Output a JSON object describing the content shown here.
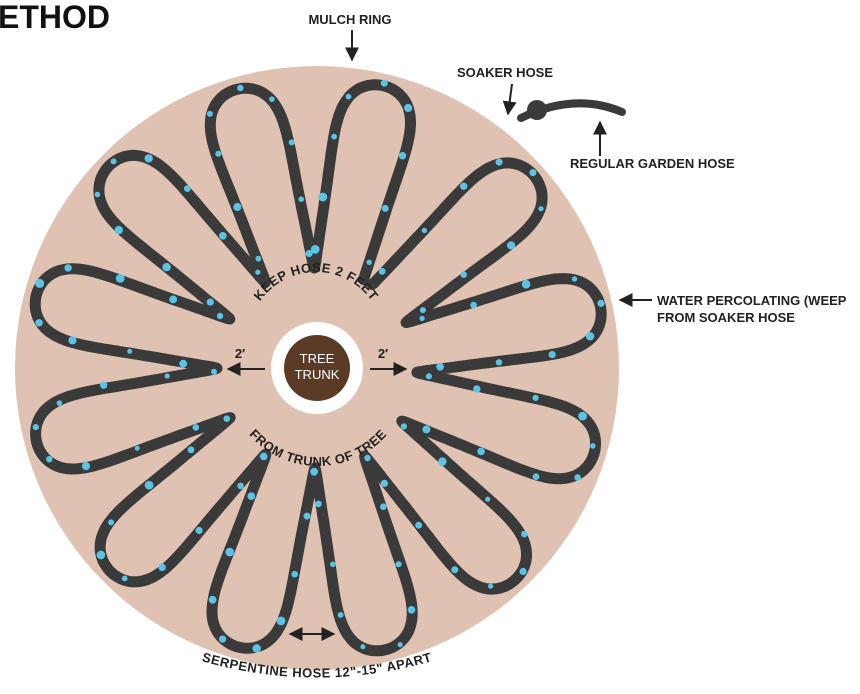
{
  "title": "ETHOD",
  "labels": {
    "mulch_ring": "MULCH RING",
    "soaker_hose": "SOAKER HOSE",
    "regular_garden_hose": "REGULAR GARDEN HOSE",
    "water_line1": "WATER PERCOLATING (WEEP",
    "water_line2": "FROM SOAKER HOSE",
    "keep_hose": "KEEP HOSE 2 FEET",
    "from_trunk": "FROM TRUNK OF TREE",
    "trunk_line1": "TREE",
    "trunk_line2": "TRUNK",
    "distance_left": "2′",
    "distance_right": "2′",
    "serpentine": "SERPENTINE HOSE 12\"-15\" APART"
  },
  "colors": {
    "mulch": "#dfc2b1",
    "hose": "#3a3a3a",
    "trunk": "#5b3a26",
    "water": "#5bc4e6",
    "text": "#222222"
  },
  "loops": 12
}
